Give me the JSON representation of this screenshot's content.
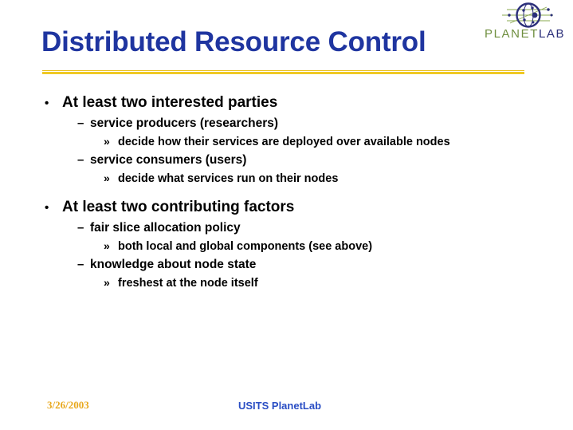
{
  "slide": {
    "title": "Distributed Resource Control",
    "accent_rule_color": "#efc925",
    "title_color": "#1f35a0"
  },
  "logo": {
    "name": "planetlab-logo",
    "text_planet": "PLANET",
    "text_lab": "LAB",
    "green": "#6f8f3f",
    "navy": "#2b2f7a"
  },
  "content": {
    "bullets": [
      {
        "level": 1,
        "marker": "•",
        "text": "At least two interested parties"
      },
      {
        "level": 2,
        "marker": "–",
        "text": "service producers (researchers)"
      },
      {
        "level": 3,
        "marker": "»",
        "text": "decide how their services are deployed over available nodes"
      },
      {
        "level": 2,
        "marker": "–",
        "text": "service consumers (users)"
      },
      {
        "level": 3,
        "marker": "»",
        "text": "decide what services run on their nodes"
      },
      {
        "level": 1,
        "marker": "•",
        "text": "At least two contributing factors"
      },
      {
        "level": 2,
        "marker": "–",
        "text": "fair slice allocation policy"
      },
      {
        "level": 3,
        "marker": "»",
        "text": "both local and global components (see above)"
      },
      {
        "level": 2,
        "marker": "–",
        "text": "knowledge about node state"
      },
      {
        "level": 3,
        "marker": "»",
        "text": "freshest at the node itself"
      }
    ]
  },
  "footer": {
    "date": "3/26/2003",
    "date_color": "#e8a81c",
    "center_label": "USITS PlanetLab",
    "center_color": "#2a4ec4"
  }
}
